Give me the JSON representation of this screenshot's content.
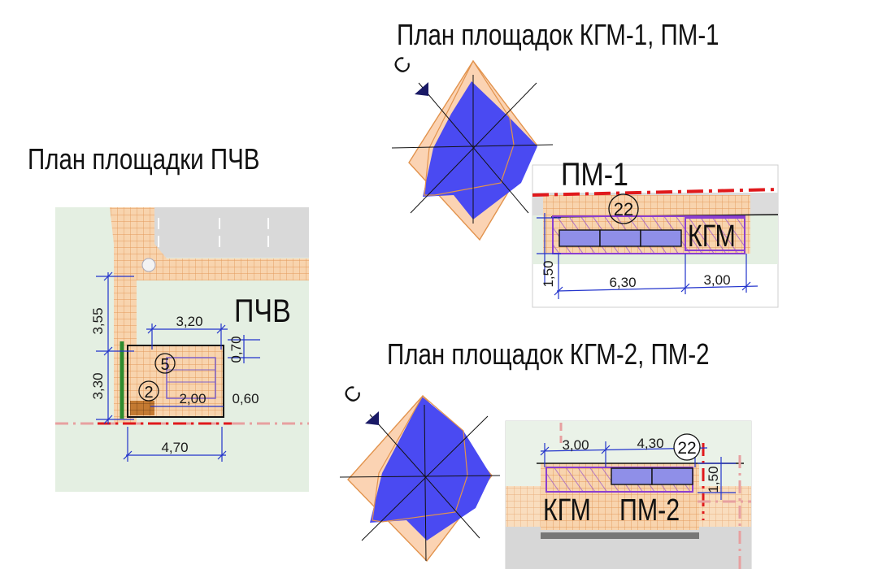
{
  "titles": {
    "kgm1_pm1": "План площадок КГМ-1, ПМ-1",
    "pchv": "План площадки ПЧВ",
    "kgm2_pm2": "План площадок КГМ-2, ПМ-2"
  },
  "north_label": "С",
  "plan_pchv": {
    "label": "ПЧВ",
    "dims": {
      "d355": "3,55",
      "d330": "3,30",
      "d320": "3,20",
      "d070": "0,70",
      "d200": "2,00",
      "d060": "0,60",
      "d470": "4,70"
    },
    "markers": {
      "m5": "5",
      "m2": "2"
    }
  },
  "plan_pm1": {
    "label_pm": "ПМ-1",
    "label_kgm": "КГМ",
    "dims": {
      "d150": "1,50",
      "d630": "6,30",
      "d300": "3,00"
    },
    "markers": {
      "m22": "22"
    }
  },
  "plan_pm2": {
    "label_kgm": "КГМ",
    "label_pm": "ПМ-2",
    "dims": {
      "d300": "3,00",
      "d430": "4,30",
      "d150": "1,50"
    },
    "markers": {
      "m22": "22"
    }
  },
  "colors": {
    "paving": "#f7cfa8",
    "grid": "#e39a5c",
    "lawn": "#e4efe2",
    "road": "#d7d7d7",
    "redline": "#e0191c",
    "dim": "#2233cc",
    "rose": "#4a4af2",
    "rose_bg": "#fbd3b3",
    "container": "#8f8fe8",
    "hatch": "#7a2fbf",
    "platform": "#b06a28"
  }
}
